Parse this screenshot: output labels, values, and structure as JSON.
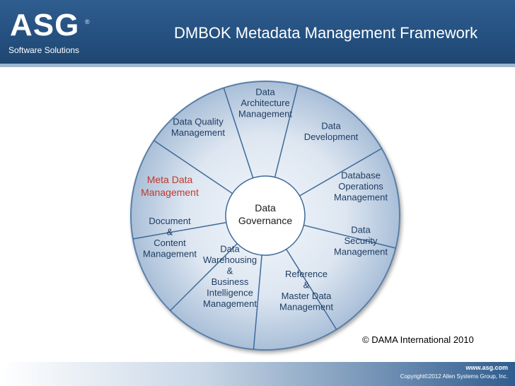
{
  "header": {
    "logo_text": "ASG",
    "logo_reg": "®",
    "logo_subtitle": "Software Solutions",
    "title": "DMBOK Metadata Management Framework"
  },
  "diagram": {
    "center": [
      "Data",
      "Governance"
    ],
    "segments": [
      {
        "lines": [
          "Data",
          "Architecture",
          "Management"
        ],
        "highlight": false
      },
      {
        "lines": [
          "Data",
          "Development"
        ],
        "highlight": false
      },
      {
        "lines": [
          "Database",
          "Operations",
          "Management"
        ],
        "highlight": false
      },
      {
        "lines": [
          "Data",
          "Security",
          "Management"
        ],
        "highlight": false
      },
      {
        "lines": [
          "Reference",
          "&",
          "Master Data",
          "Management"
        ],
        "highlight": false
      },
      {
        "lines": [
          "Data",
          "Warehousing",
          "&",
          "Business",
          "Intelligence",
          "Management"
        ],
        "highlight": false
      },
      {
        "lines": [
          "Document",
          "&",
          "Content",
          "Management"
        ],
        "highlight": false
      },
      {
        "lines": [
          "Meta Data",
          "Management"
        ],
        "highlight": true
      },
      {
        "lines": [
          "Data   Quality",
          "Management"
        ],
        "highlight": false
      }
    ],
    "colors": {
      "ring_light": "#e4ebf4",
      "ring_dark": "#b7c9de",
      "highlight_text": "#c0392b",
      "border": "#5a7fa8"
    }
  },
  "dama_copyright": "© DAMA International 2010",
  "footer": {
    "url": "www.asg.com",
    "copyright": "Copyright©2012 Allen Systems Group, Inc."
  }
}
